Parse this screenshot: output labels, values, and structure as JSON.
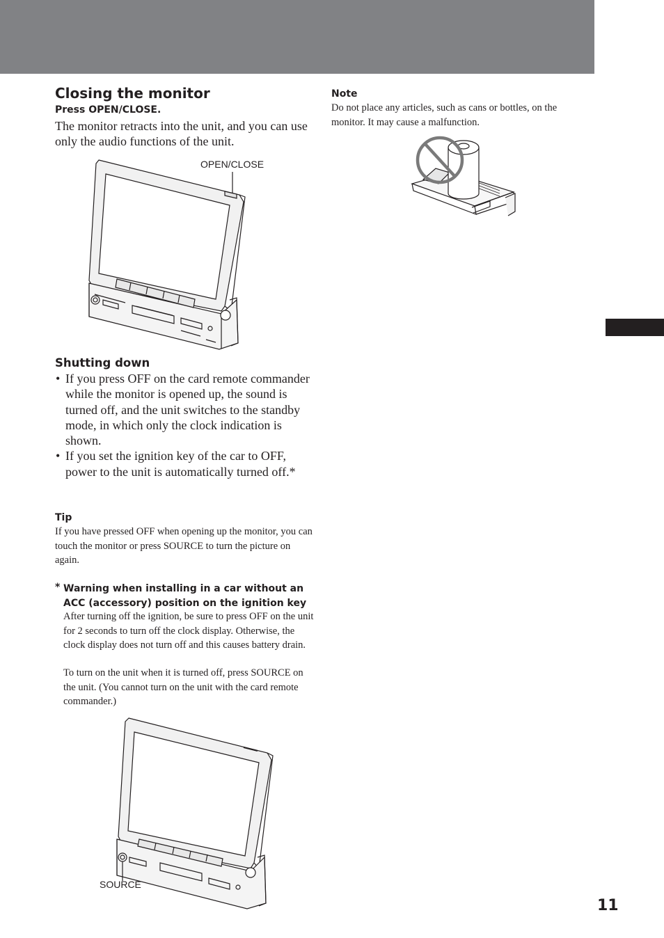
{
  "left": {
    "heading": "Closing the monitor",
    "step": "Press OPEN/CLOSE.",
    "step_desc": "The monitor retracts into the unit, and you can use only the audio functions of the unit.",
    "figure1_callout": "OPEN/CLOSE",
    "shutdown_heading": "Shutting down",
    "bullets": [
      "If you press OFF on the card remote commander while the monitor is opened up, the sound is turned off, and the unit switches to the standby mode, in which only the clock indication is shown.",
      "If you set the ignition key of the car to OFF, power to the unit is automatically turned off.*"
    ],
    "tip_label": "Tip",
    "tip_text": "If you have pressed OFF when opening up the monitor, you can touch the monitor or press SOURCE to turn the picture on again.",
    "warning_mark": "*",
    "warning_title": "Warning when installing in a car without an ACC (accessory) position on the ignition key",
    "warning_p1": "After turning off the ignition, be sure to press OFF on the unit for 2 seconds to turn off the clock display. Otherwise, the clock display does not turn off and this causes battery drain.",
    "warning_p2": "To turn on the unit when it is turned off, press SOURCE on the unit. (You cannot turn on the unit with the card remote commander.)",
    "figure2_callout": "SOURCE"
  },
  "right": {
    "note_label": "Note",
    "note_text": "Do not place any articles, such as cans or bottles, on the monitor. It may cause a malfunction."
  },
  "page_number": "11",
  "colors": {
    "header_band": "#818285",
    "side_tab": "#231f20",
    "text": "#231f20"
  }
}
